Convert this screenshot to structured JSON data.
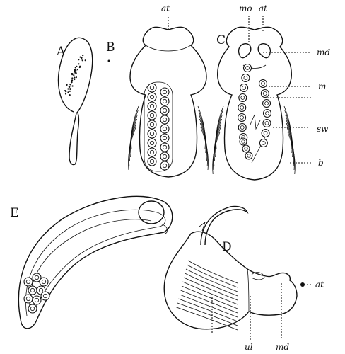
{
  "figure": {
    "panels": {
      "A": {
        "letter": "A"
      },
      "B": {
        "letter": "B",
        "labels": {
          "at": "at"
        }
      },
      "C": {
        "letter": "C",
        "labels": {
          "mo": "mo",
          "at": "at",
          "md": "md",
          "m": "m",
          "sw": "sw",
          "b": "b"
        }
      },
      "D": {
        "letter": "D",
        "labels": {
          "at": "at",
          "ul": "ul",
          "md": "md"
        }
      },
      "E": {
        "letter": "E"
      }
    }
  }
}
